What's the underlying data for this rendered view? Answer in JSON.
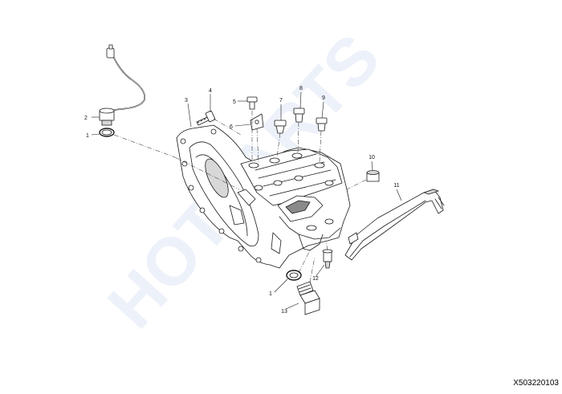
{
  "watermark": {
    "text": "HOTPARTS",
    "color": "#dfe6f6"
  },
  "callouts": [
    {
      "id": "c1a",
      "label": "1"
    },
    {
      "id": "c2",
      "label": "2"
    },
    {
      "id": "c3",
      "label": "3"
    },
    {
      "id": "c4",
      "label": "4"
    },
    {
      "id": "c5",
      "label": "5"
    },
    {
      "id": "c6",
      "label": "6"
    },
    {
      "id": "c7",
      "label": "7"
    },
    {
      "id": "c8",
      "label": "8"
    },
    {
      "id": "c9",
      "label": "9"
    },
    {
      "id": "c10",
      "label": "10"
    },
    {
      "id": "c11",
      "label": "11"
    },
    {
      "id": "c12",
      "label": "12"
    },
    {
      "id": "c1b",
      "label": "1"
    },
    {
      "id": "c13",
      "label": "13"
    }
  ],
  "diagram_code": "X503220103",
  "colors": {
    "line": "#1a1a1a",
    "fill": "#ffffff",
    "shade": "#d8d8d8",
    "dark": "#8a8a8a"
  }
}
